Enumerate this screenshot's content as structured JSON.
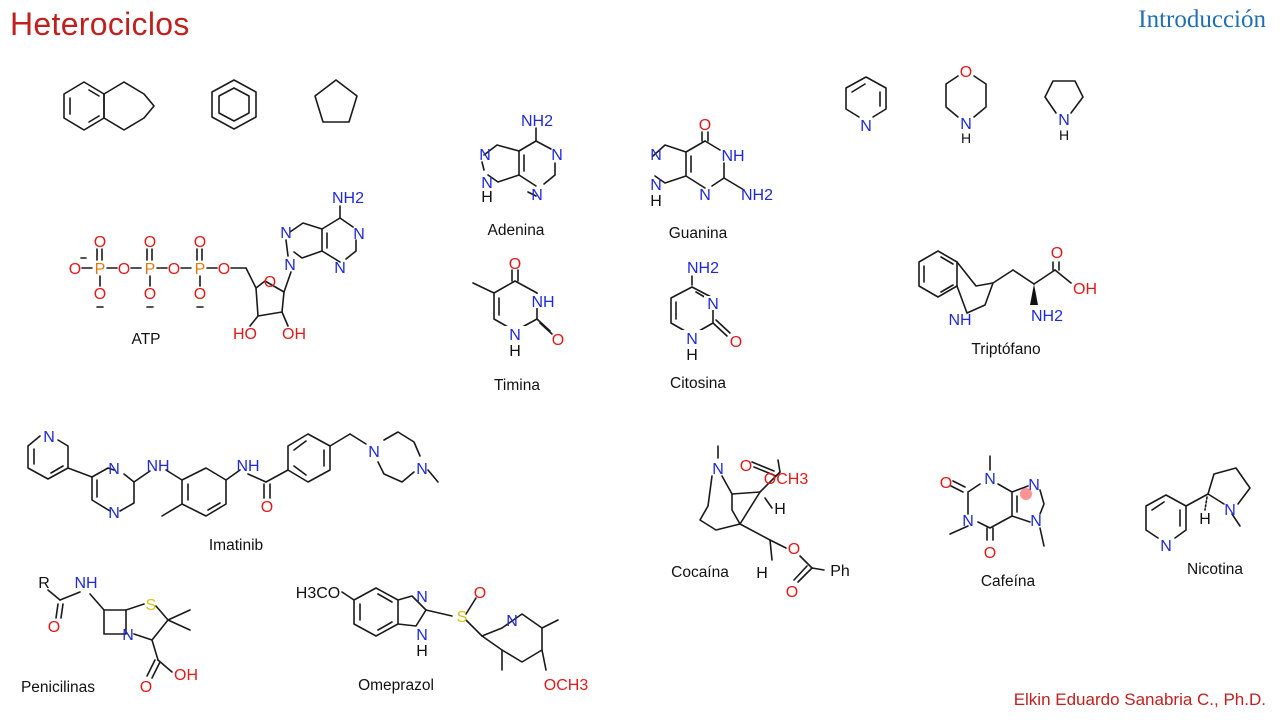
{
  "header": {
    "title": "Heterociclos",
    "section": "Introducción"
  },
  "footer": {
    "author": "Elkin Eduardo Sanabria C., Ph.D."
  },
  "colors": {
    "title": "#c0211f",
    "section": "#1f6fb5",
    "nitrogen": "#1e2ad6",
    "oxygen": "#e01b1b",
    "sulfur": "#d6c21a",
    "phosphorus": "#e07a10"
  },
  "molecules": {
    "adenina": "Adenina",
    "guanina": "Guanina",
    "atp": "ATP",
    "timina": "Timina",
    "citosina": "Citosina",
    "triptofano": "Triptófano",
    "imatinib": "Imatinib",
    "cocaina": "Cocaína",
    "cafeina": "Cafeína",
    "nicotina": "Nicotina",
    "penicilinas": "Penicilinas",
    "omeprazol": "Omeprazol"
  },
  "atom_labels": {
    "nh2": "NH2",
    "n": "N",
    "nh": "NH",
    "h": "H",
    "o": "O",
    "oh": "OH",
    "ho": "HO",
    "p": "P",
    "s": "S",
    "r": "R",
    "och3": "OCH3",
    "h3co": "H3CO",
    "ph": "Ph"
  }
}
